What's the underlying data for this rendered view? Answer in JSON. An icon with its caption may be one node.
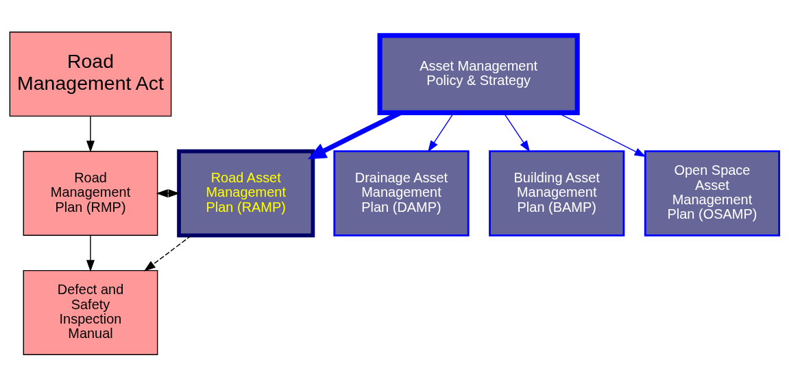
{
  "diagram": {
    "nodes": [
      {
        "text": [
          "Road Management Act"
        ]
      },
      {
        "text": [
          "Road Management Plan (RMP)"
        ]
      },
      {
        "text": [
          "Defect and Safety Inspection Manual"
        ]
      },
      {
        "text": [
          "Asset Management Policy & Strategy"
        ]
      },
      {
        "text": [
          "Road Asset Management Plan (RAMP)"
        ]
      },
      {
        "text": [
          "Drainage Asset Management Plan (DAMP)"
        ]
      },
      {
        "text": [
          "Building Asset Management Plan (BAMP)"
        ]
      },
      {
        "text": [
          "Open Space Asset Management Plan (OSAMP)"
        ]
      }
    ],
    "edges": [
      {
        "from": 0,
        "to": 1,
        "arrow": "to"
      },
      {
        "from": 1,
        "to": 2,
        "arrow": "to"
      },
      {
        "from": 1,
        "to": 4,
        "arrow": "both",
        "style": "dashed"
      },
      {
        "from": 4,
        "to": 2,
        "arrow": "to",
        "style": "dashed"
      },
      {
        "from": 3,
        "to": 4,
        "arrow": "to",
        "style": "thick",
        "color": "#0000ff"
      },
      {
        "from": 3,
        "to": 5,
        "arrow": "to",
        "color": "#0000ff"
      },
      {
        "from": 3,
        "to": 6,
        "arrow": "to",
        "color": "#0000ff"
      },
      {
        "from": 3,
        "to": 7,
        "arrow": "to",
        "color": "#0000ff"
      }
    ]
  }
}
